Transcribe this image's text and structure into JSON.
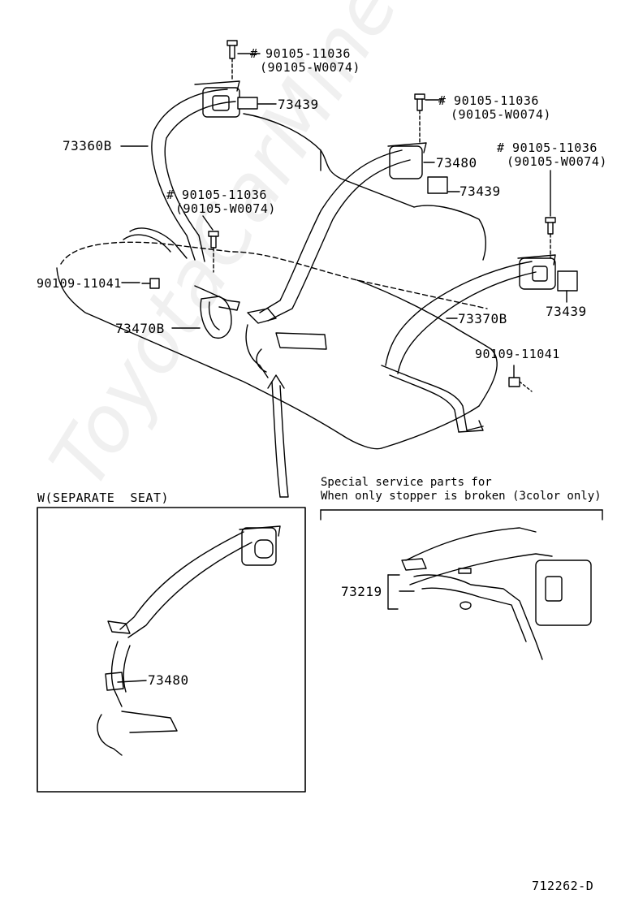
{
  "watermark": "ToyotaCarMine.ru",
  "footer_code": "712262-D",
  "callouts": {
    "bolt_a_line1": "# 90105-11036",
    "bolt_a_line2": "(90105-W0074)",
    "label_73439_a": "73439",
    "label_73360b": "73360B",
    "bolt_b_line1": "# 90105-11036",
    "bolt_b_line2": "(90105-W0074)",
    "bolt_c_line1": "# 90105-11036",
    "bolt_c_line2": "(90105-W0074)",
    "label_73480_a": "73480",
    "label_73439_b": "73439",
    "bolt_d_line1": "# 90105-11036",
    "bolt_d_line2": "(90105-W0074)",
    "label_90109_a": "90109-11041",
    "label_73470b": "73470B",
    "label_73370b": "73370B",
    "label_73439_c": "73439",
    "label_90109_b": "90109-11041"
  },
  "separate_seat": {
    "title": "W(SEPARATE  SEAT)",
    "label_73480": "73480"
  },
  "special_parts": {
    "line1": "Special service parts for",
    "line2": "When only stopper is broken (3color only)",
    "label_73219": "73219"
  }
}
